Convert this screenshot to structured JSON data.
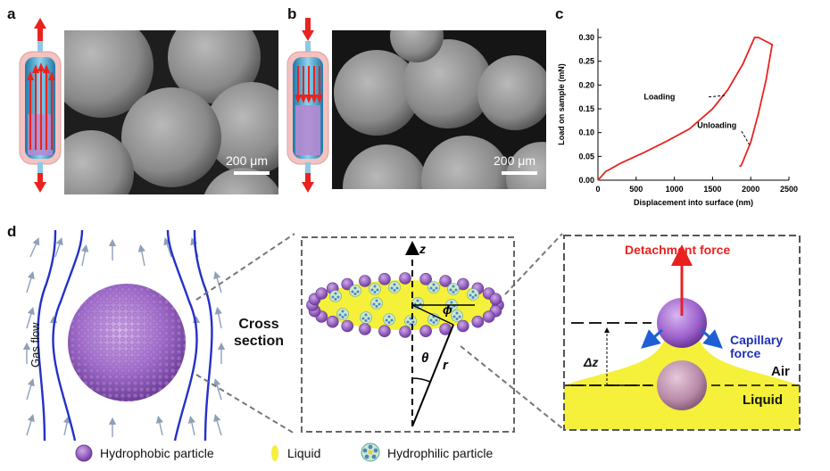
{
  "panels": {
    "a": {
      "letter": "a",
      "scale": "200 μm"
    },
    "b": {
      "letter": "b",
      "scale": "200 μm"
    },
    "c": {
      "letter": "c"
    },
    "d": {
      "letter": "d"
    }
  },
  "chart_data": {
    "type": "line",
    "xlabel": "Displacement into surface (nm)",
    "ylabel": "Load on sample (mN)",
    "xlim": [
      0,
      2500
    ],
    "ylim": [
      0,
      0.3
    ],
    "xticks": [
      0,
      500,
      1000,
      1500,
      2000,
      2500
    ],
    "yticks": [
      0.0,
      0.05,
      0.1,
      0.15,
      0.2,
      0.25,
      0.3
    ],
    "ytick_labels": [
      "0.00",
      "0.05",
      "0.10",
      "0.15",
      "0.20",
      "0.25",
      "0.30"
    ],
    "grid": false,
    "series": [
      {
        "color": "#e8231f",
        "x": [
          0,
          100,
          300,
          600,
          900,
          1200,
          1500,
          1700,
          1900,
          2050,
          2100,
          2280,
          2200,
          2100,
          2000,
          1900,
          1870,
          1850
        ],
        "y": [
          0.0,
          0.018,
          0.036,
          0.058,
          0.082,
          0.108,
          0.15,
          0.19,
          0.245,
          0.3,
          0.3,
          0.285,
          0.21,
          0.14,
          0.08,
          0.04,
          0.03,
          0.03
        ]
      }
    ],
    "annotations": [
      {
        "text": "Loading",
        "x": 1500,
        "y": 0.175
      },
      {
        "text": "Unloading",
        "x": 2040,
        "y": 0.11
      }
    ]
  },
  "diagram_d": {
    "gas_flow": "Gas flow",
    "cross_section_line1": "Cross",
    "cross_section_line2": "section",
    "z_label": "z",
    "phi": "ϕ",
    "theta": "θ",
    "r": "r",
    "detachment_force": "Detachment force",
    "capillary_line1": "Capillary",
    "capillary_line2": "force",
    "air": "Air",
    "liquid": "Liquid",
    "delta_z": "Δz"
  },
  "legend": [
    {
      "label": "Hydrophobic particle",
      "icon": "hydrophobic-particle-icon"
    },
    {
      "label": "Liquid",
      "icon": "liquid-drop-icon"
    },
    {
      "label": "Hydrophilic particle",
      "icon": "hydrophilic-particle-icon"
    }
  ],
  "colors": {
    "curve": "#e8231f",
    "arrow_red": "#e8231f",
    "liquid_yellow": "#f5f03a",
    "hydrophobic_purple": "#9b59c9",
    "capillary_blue": "#1f2fb5",
    "flow_line": "#2430c8",
    "flow_arrow": "#8fa0b8"
  }
}
